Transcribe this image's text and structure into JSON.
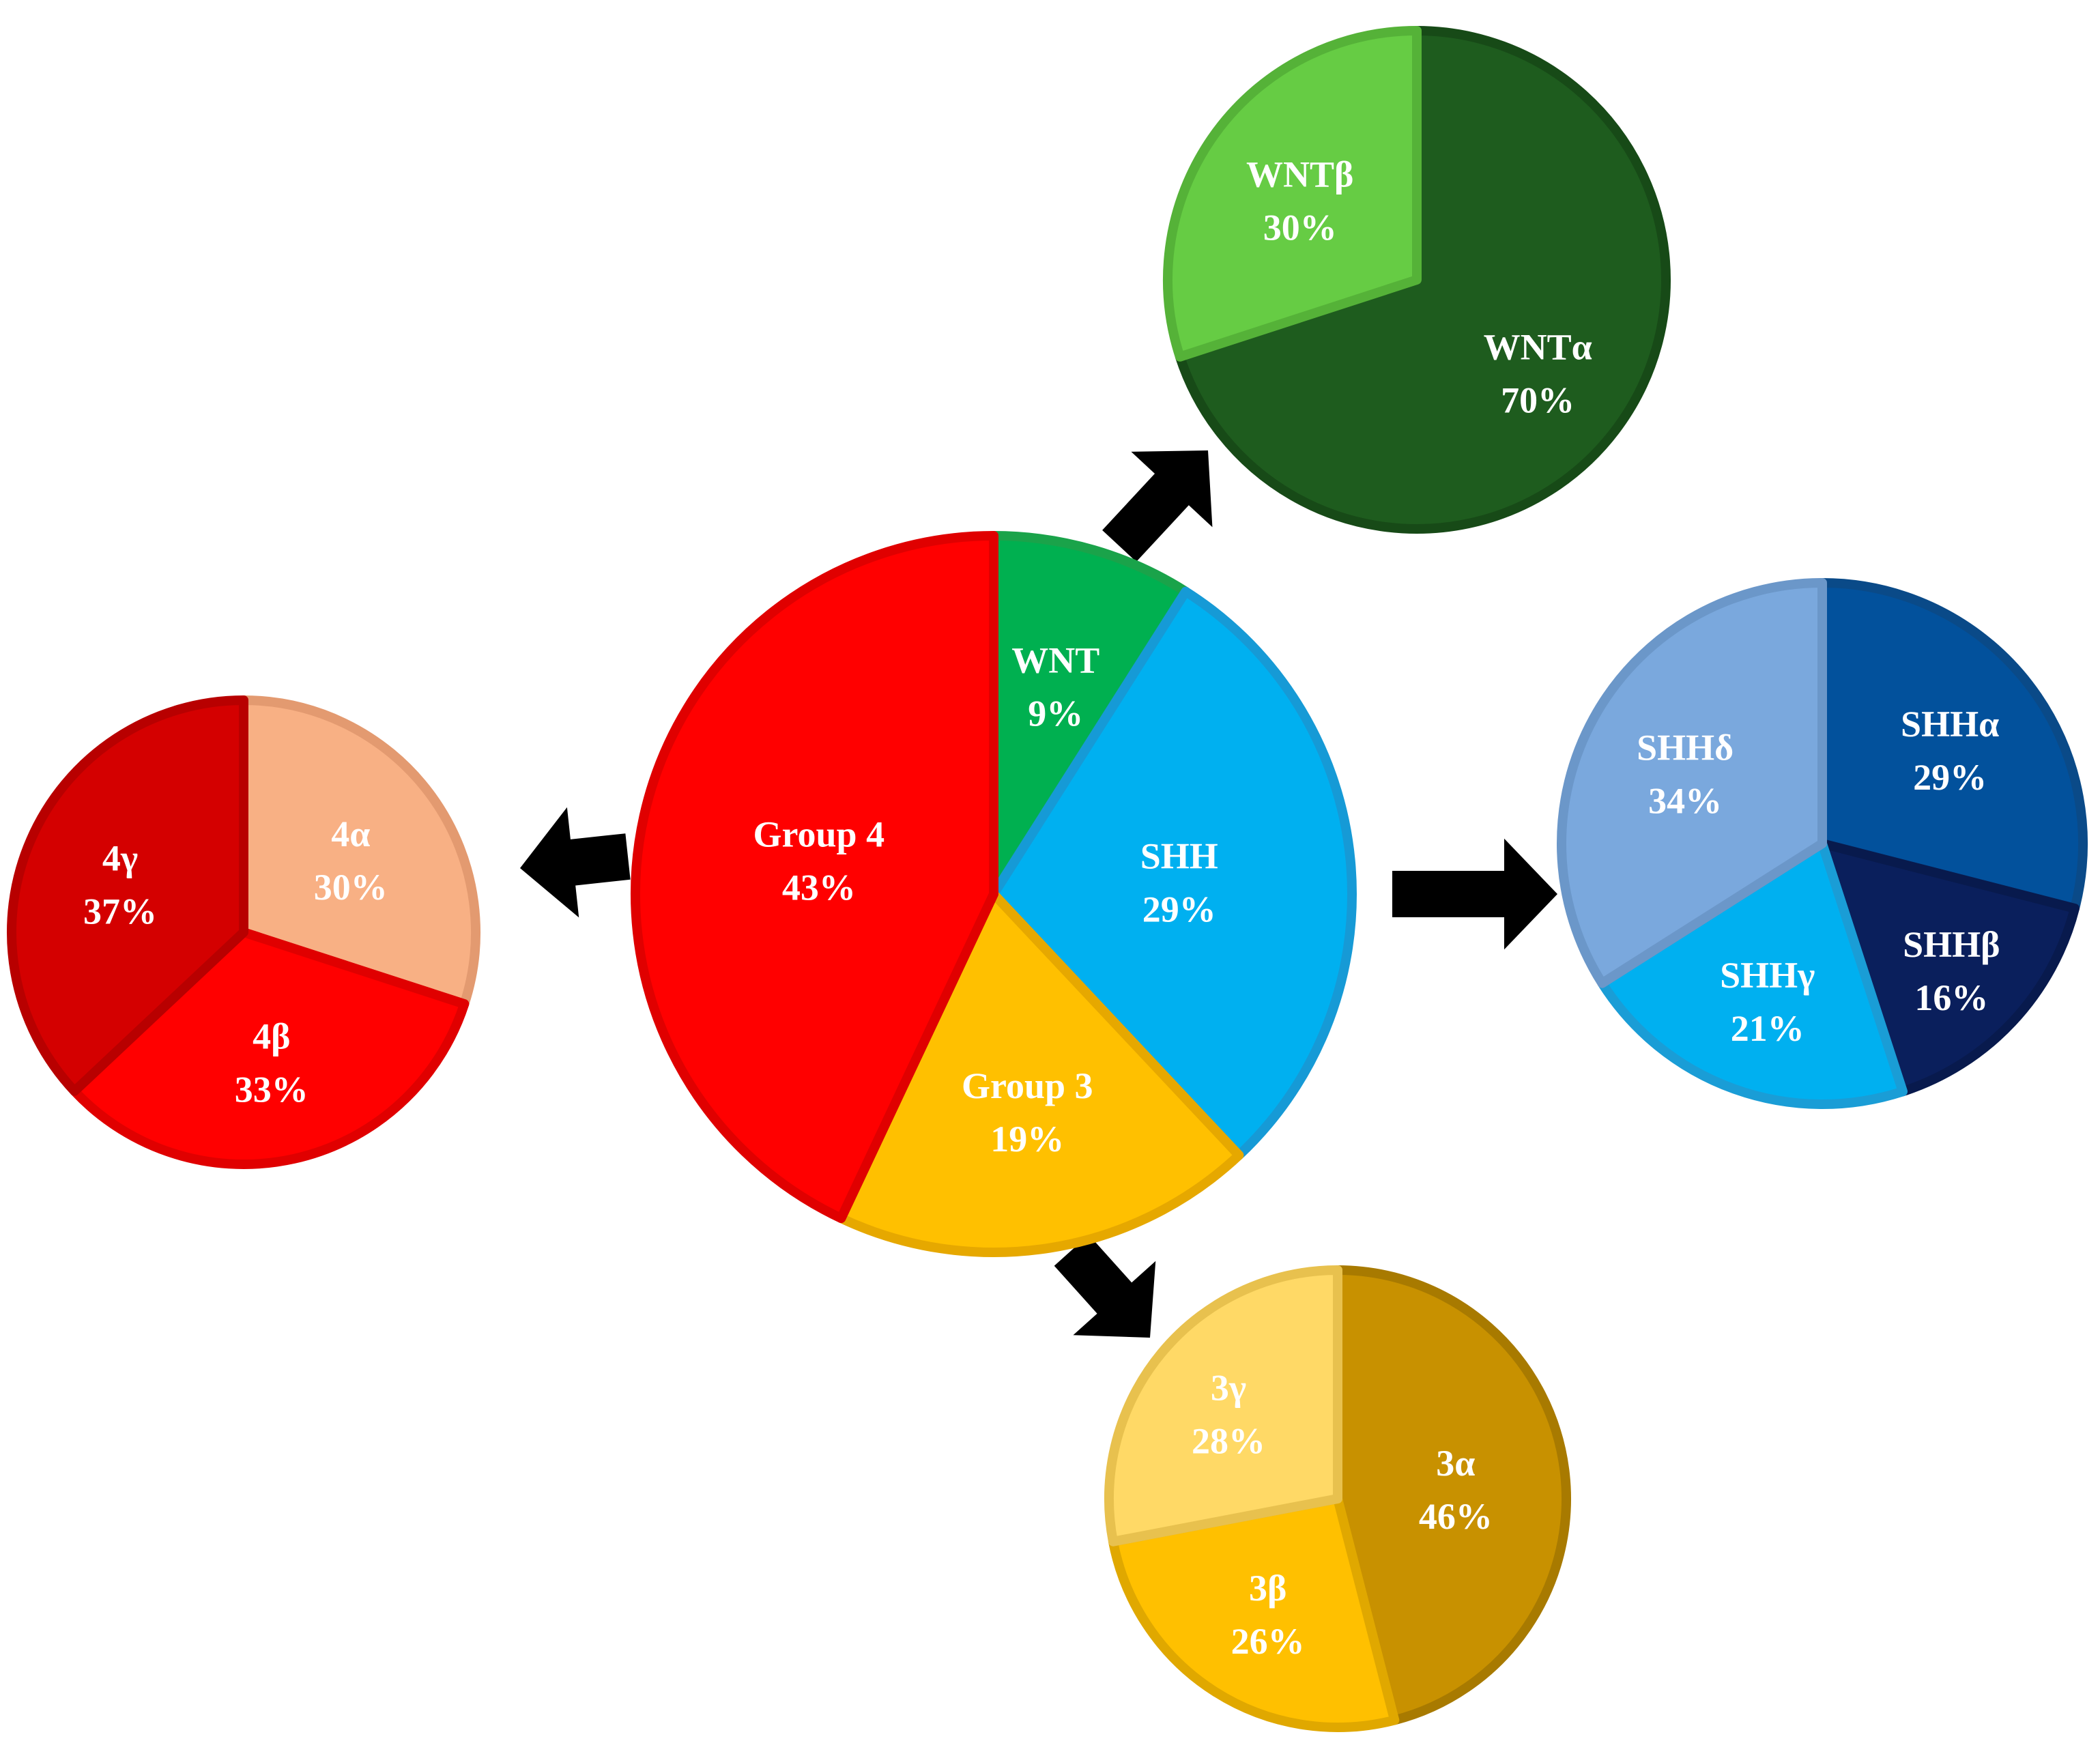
{
  "chart_data": [
    {
      "type": "pie",
      "role": "main",
      "slices": [
        {
          "label": "WNT",
          "pct_text": "9%",
          "value": 9,
          "color": "#00b050",
          "edge": "#1aa34a"
        },
        {
          "label": "SHH",
          "pct_text": "29%",
          "value": 29,
          "color": "#00b0f0",
          "edge": "#169ad6"
        },
        {
          "label": "Group 3",
          "pct_text": "19%",
          "value": 19,
          "color": "#ffc000",
          "edge": "#e6a800"
        },
        {
          "label": "Group 4",
          "pct_text": "43%",
          "value": 43,
          "color": "#ff0000",
          "edge": "#e00000"
        }
      ]
    },
    {
      "type": "pie",
      "role": "wnt-subgroups",
      "slices": [
        {
          "label": "WNTα",
          "pct_text": "70%",
          "value": 70,
          "color": "#1e5c1e",
          "edge": "#174a17"
        },
        {
          "label": "WNTβ",
          "pct_text": "30%",
          "value": 30,
          "color": "#66cc44",
          "edge": "#55b238"
        }
      ]
    },
    {
      "type": "pie",
      "role": "shh-subgroups",
      "slices": [
        {
          "label": "SHHα",
          "pct_text": "29%",
          "value": 29,
          "color": "#02519c",
          "edge": "#0a4a88"
        },
        {
          "label": "SHHβ",
          "pct_text": "16%",
          "value": 16,
          "color": "#0a1f5c",
          "edge": "#081a4d"
        },
        {
          "label": "SHHγ",
          "pct_text": "21%",
          "value": 21,
          "color": "#00b0f0",
          "edge": "#1a9dd6"
        },
        {
          "label": "SHHδ",
          "pct_text": "34%",
          "value": 34,
          "color": "#7aa8dd",
          "edge": "#6b97c9"
        }
      ]
    },
    {
      "type": "pie",
      "role": "group3-subgroups",
      "slices": [
        {
          "label": "3α",
          "pct_text": "46%",
          "value": 46,
          "color": "#c89100",
          "edge": "#a87a00"
        },
        {
          "label": "3β",
          "pct_text": "26%",
          "value": 26,
          "color": "#ffc000",
          "edge": "#e0a800"
        },
        {
          "label": "3γ",
          "pct_text": "28%",
          "value": 28,
          "color": "#ffd966",
          "edge": "#e8c14e"
        }
      ]
    },
    {
      "type": "pie",
      "role": "group4-subgroups",
      "slices": [
        {
          "label": "4α",
          "pct_text": "30%",
          "value": 30,
          "color": "#f8b084",
          "edge": "#e39a70"
        },
        {
          "label": "4β",
          "pct_text": "33%",
          "value": 33,
          "color": "#ff0000",
          "edge": "#e00000"
        },
        {
          "label": "4γ",
          "pct_text": "37%",
          "value": 37,
          "color": "#d40000",
          "edge": "#b80000"
        }
      ]
    }
  ],
  "arrows": [
    {
      "name": "arrow-to-wnt"
    },
    {
      "name": "arrow-to-shh"
    },
    {
      "name": "arrow-to-group3"
    },
    {
      "name": "arrow-to-group4"
    }
  ],
  "arrow_color": "#000000"
}
